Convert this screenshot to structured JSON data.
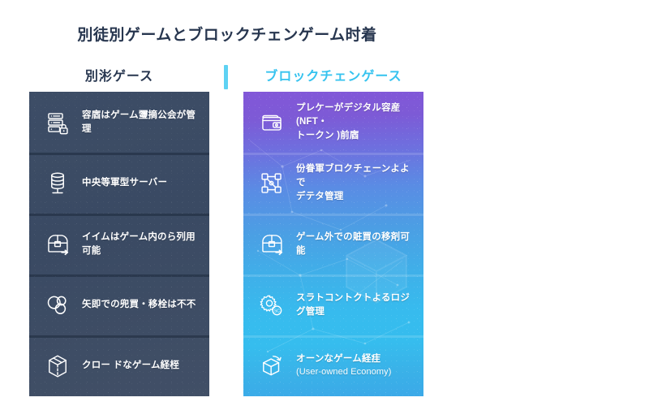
{
  "title": "別徒別ゲームとブロックチェンゲーム时着",
  "columns": {
    "left": {
      "header": "別涁ゲース",
      "items": [
        {
          "icon": "server-lock-icon",
          "text": "容庮はゲーム瓕摘公会が管理"
        },
        {
          "icon": "database-stack-icon",
          "text": "中央等軍型サーバー"
        },
        {
          "icon": "chest-arrow-icon",
          "text": "イイムはゲーム内のら列用可能"
        },
        {
          "icon": "overlapping-circles-icon",
          "text": "矢即での兜買・移栓は不不"
        },
        {
          "icon": "closed-box-icon",
          "text": "クロー ドなゲーム経桎"
        }
      ]
    },
    "right": {
      "header": "ブロックチェンゲース",
      "items": [
        {
          "icon": "wallet-icon",
          "text": "プレケーがデジタル容産(NFT・\nトークン )前庮"
        },
        {
          "icon": "network-nodes-icon",
          "text": "份眷軍ブロクチェーンよよで\nデテタ管理"
        },
        {
          "icon": "chest-arrow-icon",
          "text": "ゲーム外での賍買の移剤可能"
        },
        {
          "icon": "gear-smart-contract-icon",
          "text": "スラトコントクトよるロジグ管理"
        },
        {
          "icon": "open-box-arrow-icon",
          "text": "オーンなゲーム経疰",
          "sub": "(User-owned Economy)"
        }
      ]
    }
  },
  "colors": {
    "title_text": "#27364f",
    "left_header_text": "#27364f",
    "right_header_text": "#36c3ef",
    "divider": "#5ed2f3",
    "left_column_bg": "#3a4a63",
    "right_gradient_start": "#8257d8",
    "right_gradient_end": "#3ba9e8",
    "item_text": "#ffffff",
    "page_bg": "#ffffff"
  }
}
